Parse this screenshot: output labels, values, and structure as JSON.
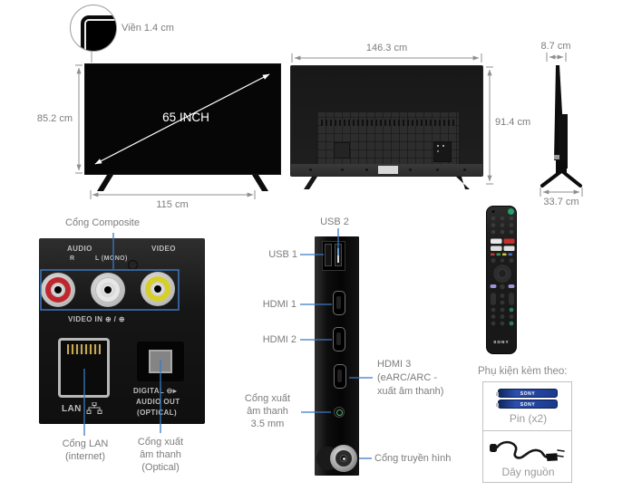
{
  "callout": {
    "bezel_label": "Viền 1.4 cm"
  },
  "front_view": {
    "diagonal_label": "65 INCH",
    "height_label": "85.2 cm",
    "width_label": "115 cm"
  },
  "rear_view": {
    "width_label": "146.3 cm",
    "height_label": "91.4 cm"
  },
  "side_view": {
    "depth_label": "8.7 cm",
    "stand_depth_label": "33.7 cm"
  },
  "composite_panel": {
    "title": "Cổng Composite",
    "audio_text": "AUDIO",
    "video_text": "VIDEO",
    "r_text": "R",
    "l_text": "L (MONO)",
    "video_in_text": "VIDEO IN ⊕ / ⊕",
    "lan_text": "LAN",
    "optical_text_1": "DIGITAL ⊖▸",
    "optical_text_2": "AUDIO OUT",
    "optical_text_3": "(OPTICAL)",
    "lan_label_1": "Cổng LAN",
    "lan_label_2": "(internet)",
    "optical_label_1": "Cổng xuất",
    "optical_label_2": "âm thanh",
    "optical_label_3": "(Optical)"
  },
  "side_ports": {
    "usb2_label": "USB 2",
    "usb1_label": "USB 1",
    "hdmi1_label": "HDMI 1",
    "hdmi2_label": "HDMI 2",
    "hdmi3_label_1": "HDMI 3",
    "hdmi3_label_2": "(eARC/ARC -",
    "hdmi3_label_3": "xuất âm thanh)",
    "audio35_label_1": "Cổng xuất",
    "audio35_label_2": "âm thanh",
    "audio35_label_3": "3.5 mm",
    "antenna_label": "Cổng truyền hình"
  },
  "remote": {
    "brand": "SONY"
  },
  "accessories": {
    "title": "Phụ kiện kèm theo:",
    "battery_brand": "SONY",
    "battery_label": "Pin (x2)",
    "cord_label": "Dây nguồn"
  },
  "colors": {
    "leader_blue": "#3b79c2",
    "power_green": "#23a06a",
    "netflix_red": "#c4302b",
    "battery_blue": "#2a4fae"
  }
}
